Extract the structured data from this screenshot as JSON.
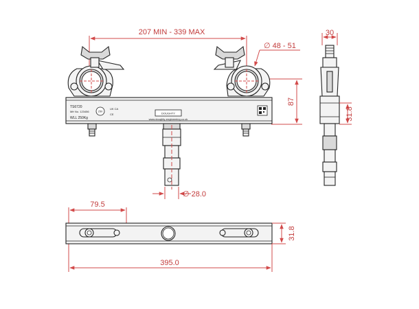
{
  "dimensions": {
    "span_top": "207 MIN - 339 MAX",
    "tube_dia": "∅ 48 - 51",
    "height_front": "87",
    "width_side": "30",
    "height_side": "31.8",
    "spigot_dia": "∅ 28.0",
    "offset_bottom": "79.5",
    "height_bottom": "31.8",
    "length_bottom": "395.0"
  },
  "plate_labels": {
    "model": "TS6720",
    "serial": "Mfr No. 123456",
    "wll": "WLL 250Kg",
    "ukca": "UK CA",
    "ce": "CE",
    "brand": "DOUGHTY",
    "website": "www.doughty-engineering.co.uk",
    "cert": "250"
  }
}
